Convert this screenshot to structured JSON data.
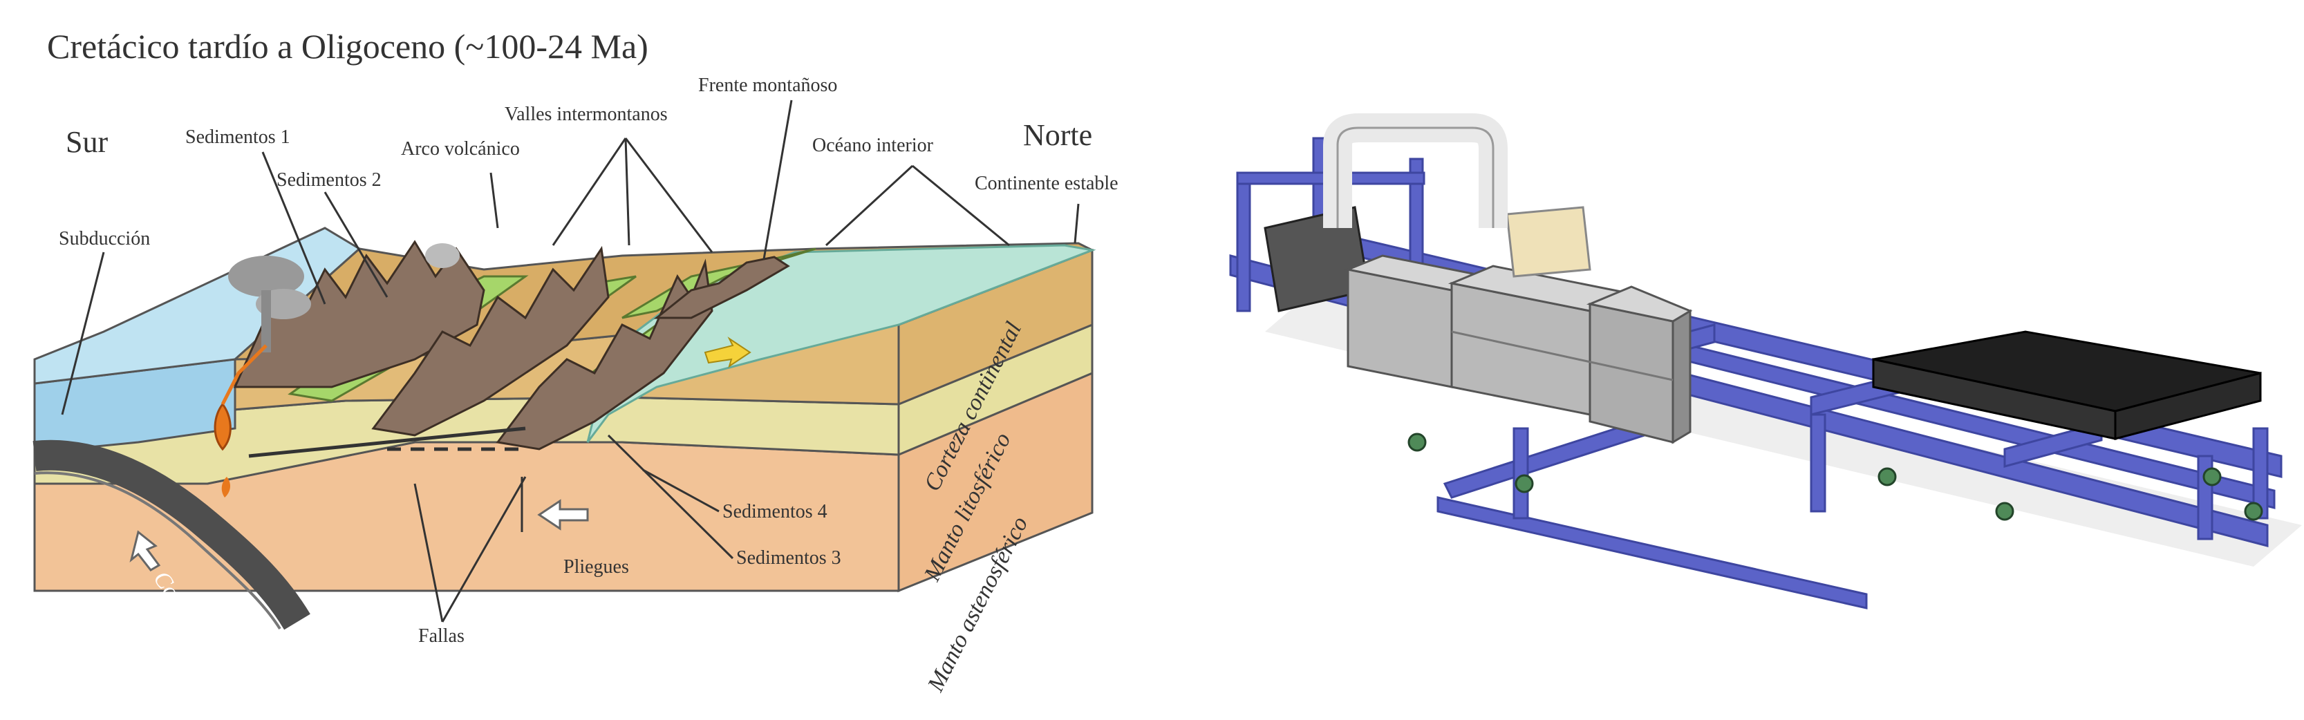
{
  "diagram": {
    "title": "Cretácico tardío a Oligoceno (~100-24 Ma)",
    "labels": {
      "south": "Sur",
      "north": "Norte",
      "sediments1": "Sedimentos 1",
      "sediments2": "Sedimentos 2",
      "sediments3": "Sedimentos 3",
      "sediments4": "Sedimentos 4",
      "volcanic_arc": "Arco volcánico",
      "intermontane_valleys": "Valles intermontanos",
      "mountain_front": "Frente montañoso",
      "interior_ocean": "Océano interior",
      "stable_continent": "Continente estable",
      "subduction": "Subducción",
      "folds": "Pliegues",
      "faults": "Fallas",
      "continental_crust": "Corteza continental",
      "lithospheric_mantle": "Manto litosférico",
      "asthenospheric_mantle": "Manto astenosférico",
      "oceanic_crust": "Corteza oceánica"
    },
    "colors": {
      "sea": "#bfe3f2",
      "interior_sea": "#b9e4d6",
      "mountains": "#8a7262",
      "valleys": "#a6d66a",
      "crust": "#e0b872",
      "lithosphere": "#e8e3a4",
      "asthenosphere": "#f0c090",
      "oceanic_plate": "#555555"
    }
  },
  "machine": {
    "colors": {
      "frame": "#5b63c8",
      "frame_dark": "#3e46a0",
      "box": "#b9b9b9",
      "box_dark": "#8d8d8d",
      "tray": "#1f1f1f",
      "pipe": "#f2f2f2"
    }
  }
}
